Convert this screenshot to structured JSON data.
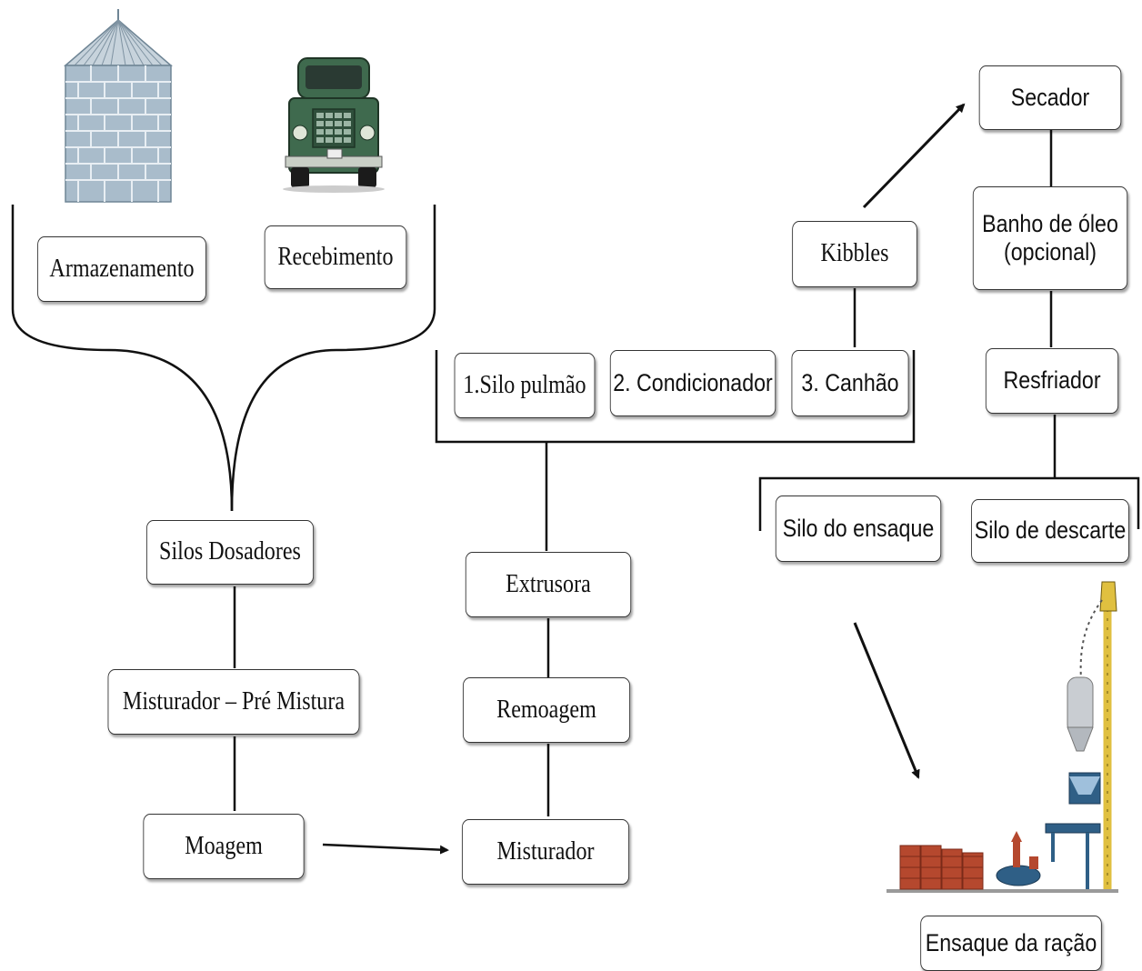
{
  "nodes": {
    "armazenamento": "Armazenamento",
    "recebimento": "Recebimento",
    "silos_dosadores": "Silos Dosadores",
    "misturador_pre_mistura": "Misturador – Pré Mistura",
    "moagem": "Moagem",
    "silo_pulmao": "1.Silo pulmão",
    "condicionador": "2. Condicionador",
    "canhao": "3. Canhão",
    "extrusora": "Extrusora",
    "remoagem": "Remoagem",
    "misturador": "Misturador",
    "kibbles": "Kibbles",
    "secador": "Secador",
    "banho_de_oleo": "Banho de óleo\n(opcional)",
    "resfriador": "Resfriador",
    "silo_do_ensaque": "Silo do ensaque",
    "silo_de_descarte": "Silo de descarte",
    "ensaque_da_racao": "Ensaque da ração"
  },
  "illustrations": {
    "storage_silo": "storage-silo-icon",
    "truck": "truck-icon",
    "bagging_machine": "bagging-machine-icon"
  },
  "colors": {
    "line": "#111111",
    "silo_brick": "#a9bccb",
    "truck_green": "#3f6a4e",
    "bag_red": "#b5482e",
    "machine_blue": "#2f5f86",
    "machine_yellow": "#e0c040"
  }
}
